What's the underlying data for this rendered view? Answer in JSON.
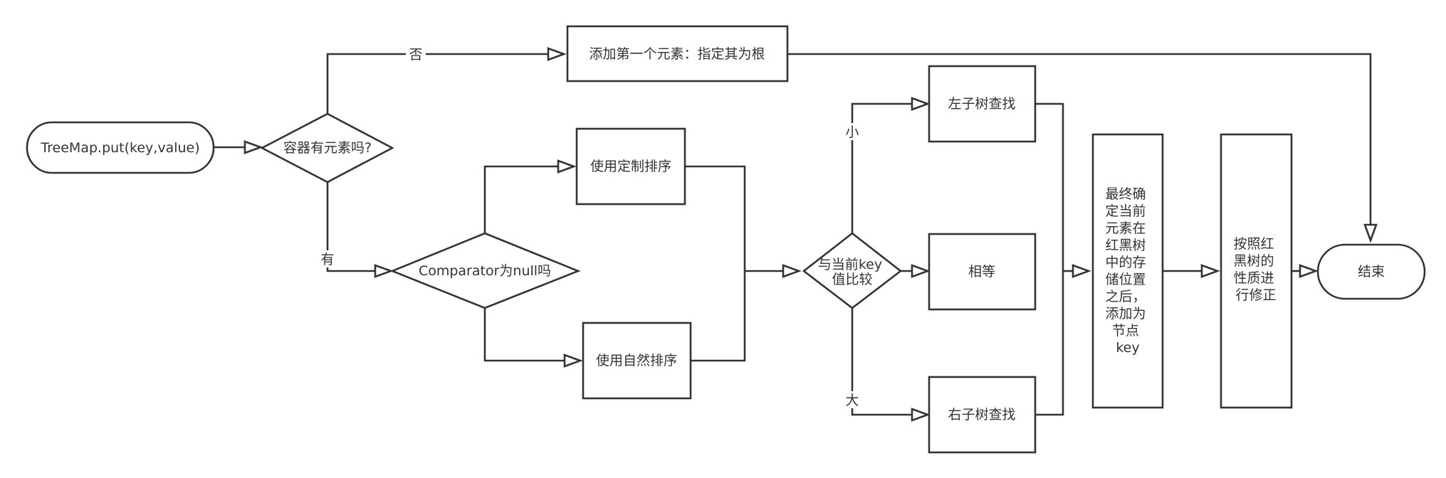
{
  "nodes": {
    "start": "TreeMap.put(key,value)",
    "has_elements": "容器有元素吗?",
    "add_first": "添加第一个元素：指定其为根",
    "comparator_null": "Comparator为null吗",
    "custom_sort": "使用定制排序",
    "natural_sort": "使用自然排序",
    "compare_key": [
      "与当前key",
      "值比较"
    ],
    "left_search": "左子树查找",
    "equal": "相等",
    "right_search": "右子树查找",
    "final_position": [
      "最终确",
      "定当前",
      "元素在",
      "红黑树",
      "中的存",
      "储位置",
      "之后，",
      "添加为",
      "节点",
      "key"
    ],
    "fix_rb": [
      "按照红",
      "黑树的",
      "性质进",
      "行修正"
    ],
    "end": "结束"
  },
  "edge_labels": {
    "no": "否",
    "yes": "有",
    "smaller": "小",
    "bigger": "大"
  },
  "colors": {
    "stroke": "#333333",
    "fill": "#ffffff",
    "text": "#333333"
  }
}
